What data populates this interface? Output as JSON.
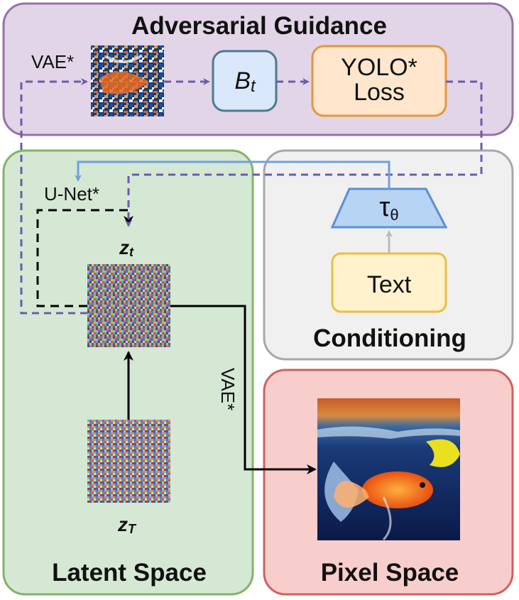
{
  "panels": {
    "adversarial": {
      "title": "Adversarial Guidance"
    },
    "latent": {
      "title": "Latent Space"
    },
    "conditioning": {
      "title": "Conditioning"
    },
    "pixel": {
      "title": "Pixel Space"
    }
  },
  "nodes": {
    "bt": {
      "label": "B",
      "sub": "t"
    },
    "yolo_line1": "YOLO*",
    "yolo_line2": "Loss",
    "tau": {
      "label": "τ",
      "sub": "θ"
    },
    "text": "Text"
  },
  "labels": {
    "vae_top": "VAE*",
    "unet": "U-Net*",
    "zt": {
      "label": "z",
      "sub": "t"
    },
    "zT": {
      "label": "z",
      "sub": "T"
    },
    "vae_side": "VAE*"
  },
  "colors": {
    "adversarial_fill": "#e1d5e7",
    "adversarial_stroke": "#9673a6",
    "latent_fill": "#d5e8d4",
    "latent_stroke": "#82b366",
    "conditioning_fill": "#f0f0f0",
    "conditioning_stroke": "#a8a8a8",
    "pixel_fill": "#f8cecc",
    "pixel_stroke": "#d06060",
    "bt_fill": "#dae8fc",
    "bt_stroke": "#4a7c8c",
    "yolo_fill": "#ffe6cc",
    "yolo_stroke": "#e8963a",
    "text_fill": "#fff2cc",
    "text_stroke": "#e8c040",
    "tau_fill": "#b8d4f4",
    "tau_stroke": "#5a8fd8",
    "guidance_arrow": "#6a5bb0",
    "conditioning_arrow": "#6ea0e0"
  }
}
